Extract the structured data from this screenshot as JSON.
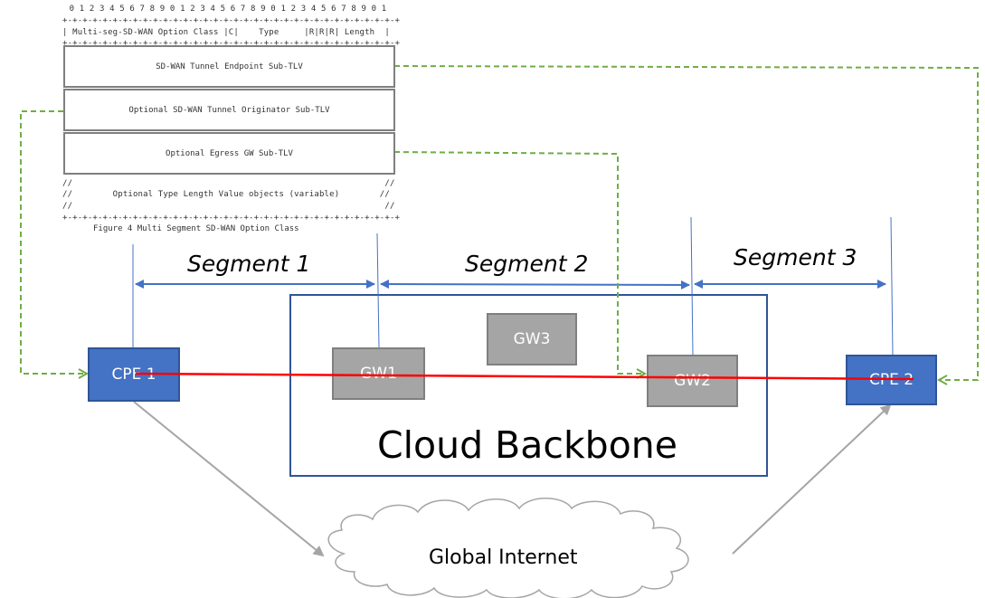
{
  "header": {
    "bit_ruler": " 0 1 2 3 4 5 6 7 8 9 0 1 2 3 4 5 6 7 8 9 0 1 2 3 4 5 6 7 8 9 0 1",
    "separator": "+-+-+-+-+-+-+-+-+-+-+-+-+-+-+-+-+-+-+-+-+-+-+-+-+-+-+-+-+-+-+-+-+-+",
    "field_row": "| Multi-seg-SD-WAN Option Class |C|    Type     |R|R|R| Length  |"
  },
  "tlv": {
    "endpoint": "SD-WAN Tunnel Endpoint Sub-TLV",
    "originator": "Optional SD-WAN Tunnel Originator Sub-TLV",
    "egress": "Optional Egress GW Sub-TLV",
    "slash_row": "//                                                              //",
    "type_length_row": "//        Optional Type Length Value objects (variable)        //",
    "caption": "Figure 4 Multi Segment SD-WAN Option Class"
  },
  "segments": [
    "Segment 1",
    "Segment 2",
    "Segment 3"
  ],
  "nodes": {
    "cpe1": "CPE 1",
    "cpe2": "CPE 2",
    "gw1": "GW1",
    "gw2": "GW2",
    "gw3": "GW3"
  },
  "backbone_label": "Cloud Backbone",
  "internet_label": "Global Internet",
  "colors": {
    "cpe_fill": "#4472C4",
    "gw_fill": "#A5A5A5",
    "segment_arrow": "#4472C4",
    "path_line": "#FF0000",
    "dashed_arrow": "#70AD47",
    "internet_arrow": "#A5A5A5",
    "backbone_border": "#2F5597"
  }
}
